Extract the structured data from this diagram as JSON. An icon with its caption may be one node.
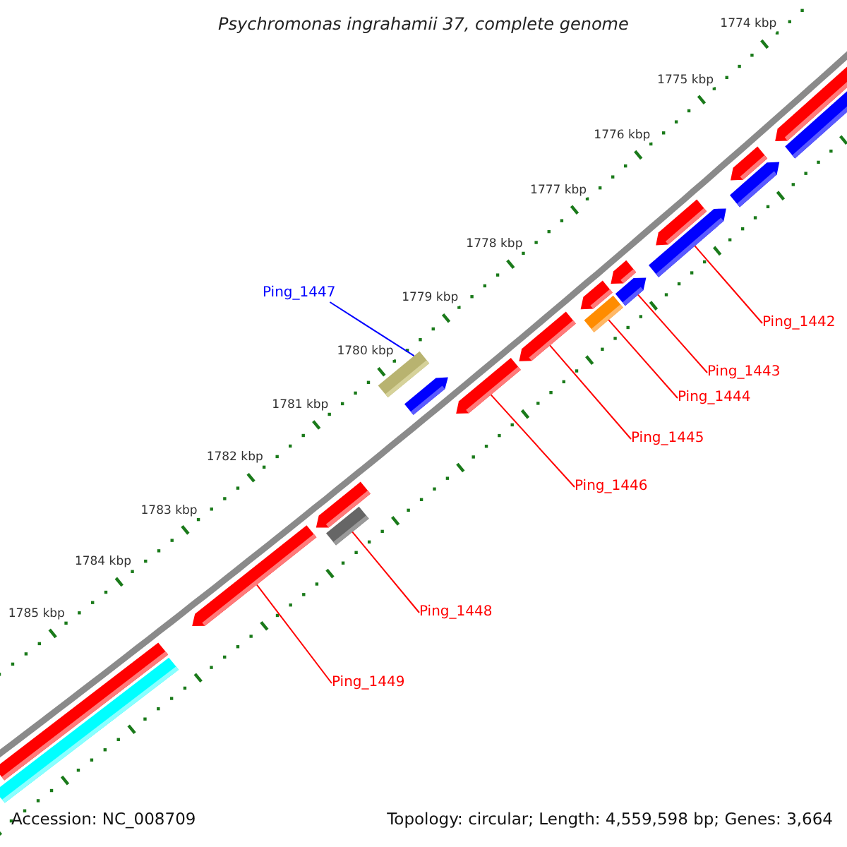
{
  "diagram": {
    "title": "Psychromonas ingrahamii 37, complete genome",
    "nodes": [
      {
        "text": [
          "Ping_1447"
        ]
      },
      {
        "text": [
          "Ping_1442"
        ]
      },
      {
        "text": [
          "Ping_1443"
        ]
      },
      {
        "text": [
          "Ping_1444"
        ]
      },
      {
        "text": [
          "Ping_1445"
        ]
      },
      {
        "text": [
          "Ping_1446"
        ]
      },
      {
        "text": [
          "Ping_1448"
        ]
      },
      {
        "text": [
          "Ping_1449"
        ]
      },
      {
        "text": [],
        "shape": "pentagon"
      },
      {
        "text": [],
        "shape": "pentagon"
      },
      {
        "text": [],
        "shape": "pentagon"
      },
      {
        "text": [],
        "shape": "pentagon"
      },
      {
        "text": [],
        "shape": "pentagon"
      },
      {
        "text": [],
        "shape": "pentagon"
      },
      {
        "text": [],
        "shape": "pentagon"
      },
      {
        "text": [],
        "shape": "pentagon"
      },
      {
        "text": [],
        "shape": "pentagon"
      },
      {
        "text": [],
        "shape": "bar"
      },
      {
        "text": [],
        "shape": "bar"
      },
      {
        "text": [],
        "shape": "pentagon"
      },
      {
        "text": [],
        "shape": "pentagon"
      },
      {
        "text": [],
        "shape": "pentagon"
      },
      {
        "text": [],
        "shape": "bar"
      },
      {
        "text": [],
        "shape": "bar"
      },
      {
        "text": [],
        "shape": "bar"
      },
      {
        "text": [],
        "shape": "bar"
      },
      {
        "text": [],
        "shape": "pentagon"
      }
    ],
    "edges": [
      {
        "from": 0,
        "to": 25,
        "arrow": "none",
        "color": "#0000ff"
      },
      {
        "from": 1,
        "to": 20,
        "arrow": "none"
      },
      {
        "from": 2,
        "to": 21,
        "arrow": "none"
      },
      {
        "from": 3,
        "to": 22,
        "arrow": "none"
      },
      {
        "from": 4,
        "to": 13,
        "arrow": "none"
      },
      {
        "from": 5,
        "to": 14,
        "arrow": "none"
      },
      {
        "from": 6,
        "to": 23,
        "arrow": "none"
      },
      {
        "from": 7,
        "to": 16,
        "arrow": "none"
      }
    ],
    "labels": [
      "1774 kbp",
      "1775 kbp",
      "1776 kbp",
      "1777 kbp",
      "1778 kbp",
      "1779 kbp",
      "1780 kbp",
      "1781 kbp",
      "1782 kbp",
      "1783 kbp",
      "1784 kbp",
      "1785 kbp",
      "Accession: NC_008709",
      "Topology: circular; Length: 4,559,598 bp; Genes: 3,664"
    ]
  }
}
